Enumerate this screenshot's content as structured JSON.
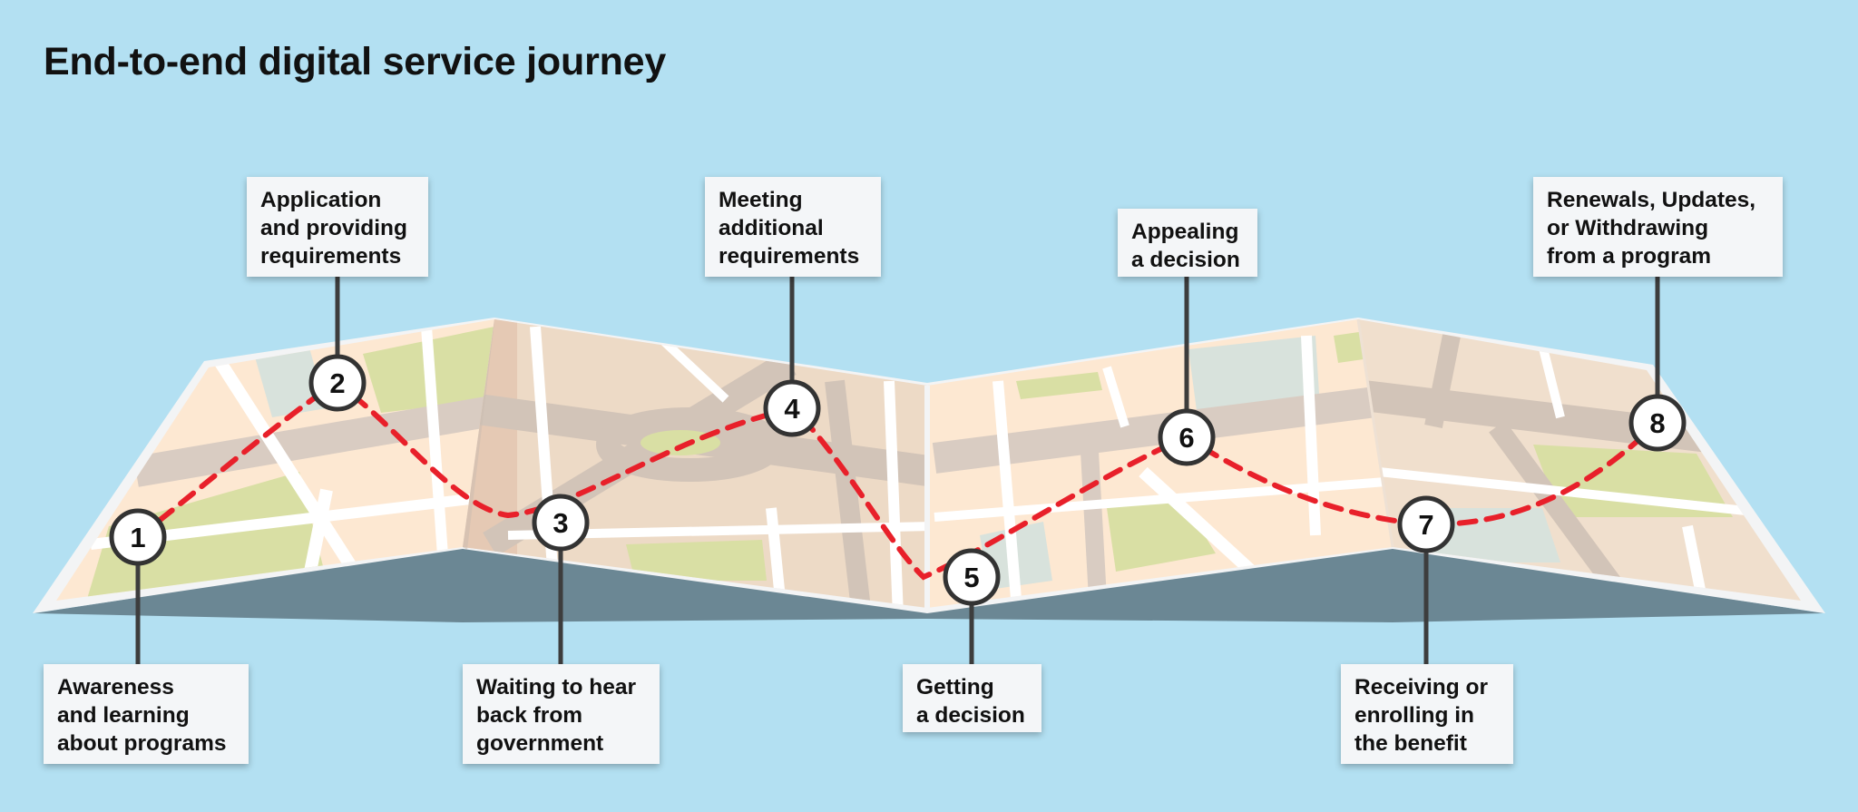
{
  "title": "End-to-end digital service journey",
  "colors": {
    "background": "#b3e0f2",
    "route": "#e8202a",
    "marker_border": "#333333",
    "callout_bg": "#f4f6f8"
  },
  "steps": [
    {
      "number": "1",
      "label": "Awareness\nand learning\nabout programs"
    },
    {
      "number": "2",
      "label": "Application\nand providing\nrequirements"
    },
    {
      "number": "3",
      "label": "Waiting to hear\nback from\ngovernment"
    },
    {
      "number": "4",
      "label": "Meeting\nadditional\nrequirements"
    },
    {
      "number": "5",
      "label": "Getting\na decision"
    },
    {
      "number": "6",
      "label": "Appealing\na decision"
    },
    {
      "number": "7",
      "label": "Receiving or\nenrolling in\nthe benefit"
    },
    {
      "number": "8",
      "label": "Renewals, Updates,\nor Withdrawing\nfrom a program"
    }
  ]
}
